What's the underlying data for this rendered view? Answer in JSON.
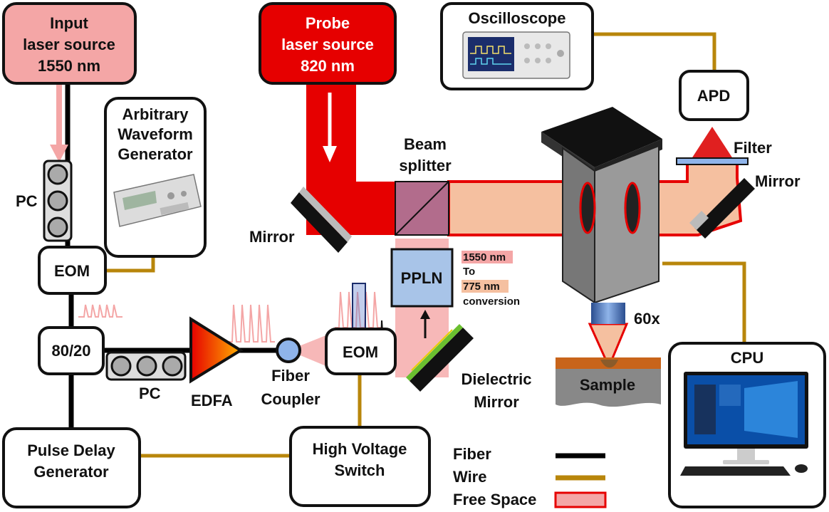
{
  "components": {
    "input_laser": {
      "line1": "Input",
      "line2": "laser source",
      "line3": "1550 nm"
    },
    "probe_laser": {
      "line1": "Probe",
      "line2": "laser source",
      "line3": "820 nm"
    },
    "oscilloscope": "Oscilloscope",
    "awg": {
      "line1": "Arbitrary",
      "line2": "Waveform",
      "line3": "Generator"
    },
    "pc_top": "PC",
    "eom_left": "EOM",
    "coupler_8020": "80/20",
    "pc_bottom": "PC",
    "edfa": "EDFA",
    "fiber_coupler": {
      "line1": "Fiber",
      "line2": "Coupler"
    },
    "eom_mid": "EOM",
    "pulse_delay": {
      "line1": "Pulse Delay",
      "line2": "Generator"
    },
    "hv_switch": {
      "line1": "High Voltage",
      "line2": "Switch"
    },
    "beam_splitter": {
      "line1": "Beam",
      "line2": "splitter"
    },
    "mirror_left": "Mirror",
    "mirror_right": "Mirror",
    "ppln": "PPLN",
    "conversion": {
      "line1": "1550 nm",
      "line2": "To",
      "line3": "775 nm",
      "line4": "conversion"
    },
    "dielectric_mirror": {
      "line1": "Dielectric",
      "line2": "Mirror"
    },
    "apd": "APD",
    "filter": "Filter",
    "objective": "60x",
    "sample": "Sample",
    "cpu": "CPU"
  },
  "legend": {
    "items": [
      {
        "label": "Fiber",
        "color": "#000000"
      },
      {
        "label": "Wire",
        "color": "#b8860b"
      },
      {
        "label": "Free Space",
        "color": "#f4a6a6"
      }
    ]
  },
  "colors": {
    "input_laser_fill": "#f4a6a6",
    "probe_laser_fill": "#e60000",
    "probe_beam": "#e60000",
    "converted_beam": "#f5c0a0",
    "wire": "#b8860b",
    "fiber": "#000000",
    "ppln_fill": "#a8c4e8"
  }
}
